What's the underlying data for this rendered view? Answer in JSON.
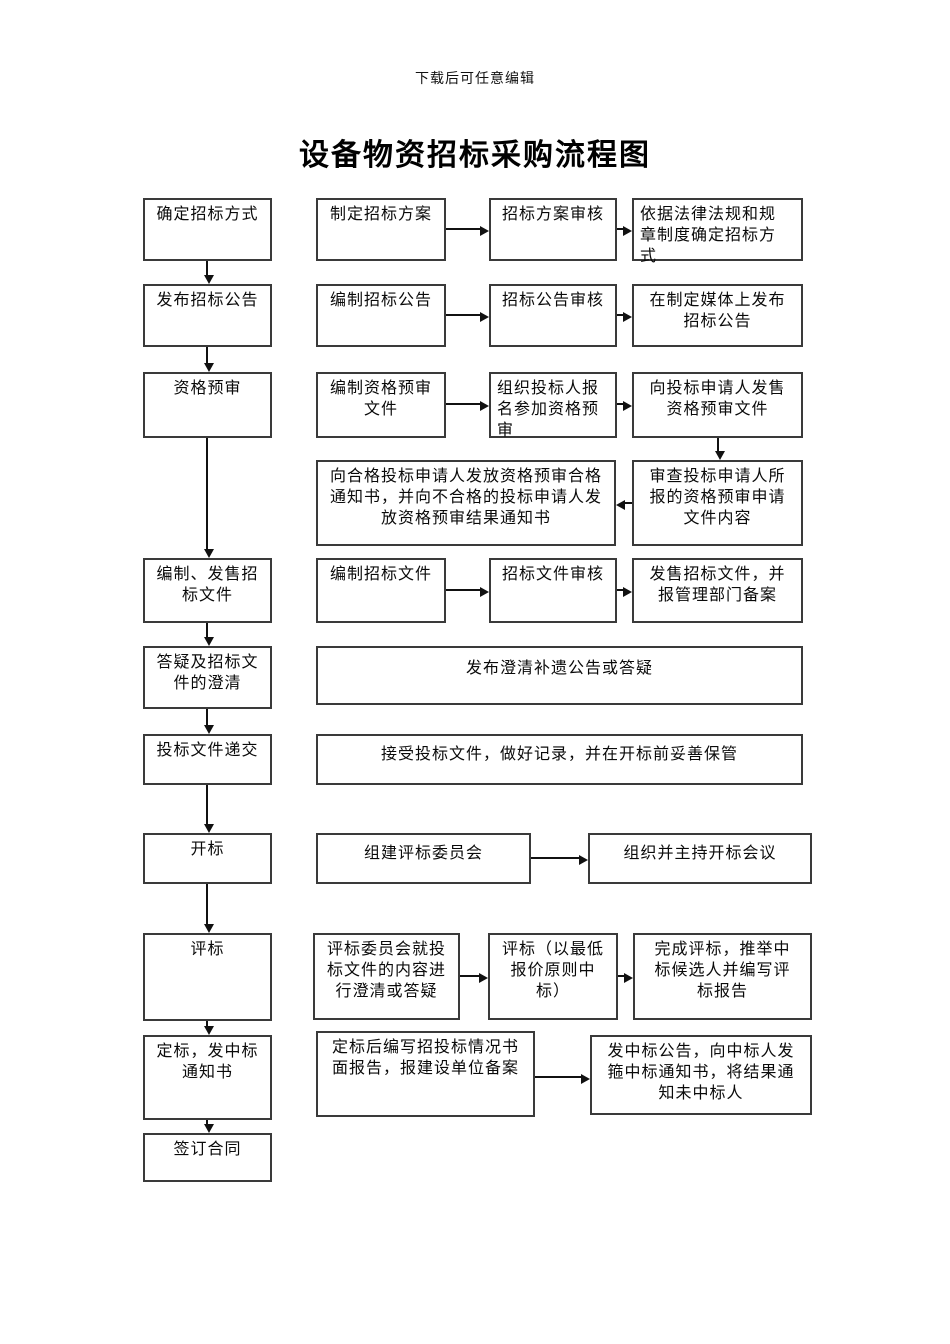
{
  "page": {
    "edit_note": "下载后可任意编辑",
    "title": "设备物资招标采购流程图"
  },
  "flowchart": {
    "nodes": {
      "determine_bid_method": "确定招标方式",
      "make_bid_plan": "制定招标方案",
      "bid_plan_review": "招标方案审核",
      "per_laws": "依据法律法规和规\n章制度确定招标方\n式",
      "publish_announcement": "发布招标公告",
      "draft_announcement": "编制招标公告",
      "announcement_review": "招标公告审核",
      "publish_on_media": "在制定媒体上发布\n招标公告",
      "prequalification": "资格预审",
      "draft_prequal_docs": "编制资格预审\n文件",
      "organize_signup": "组织投标人报\n名参加资格预\n审",
      "sell_prequal_docs": "向投标申请人发售\n资格预审文件",
      "notify_prequal_results": "向合格投标申请人发放资格预审合格\n通知书，并向不合格的投标申请人发\n放资格预审结果通知书",
      "review_prequal_files": "审查投标申请人所\n报的资格预审申请\n文件内容",
      "prepare_sell_bid_docs": "编制、发售招\n标文件",
      "draft_bid_docs": "编制招标文件",
      "bid_docs_review": "招标文件审核",
      "sell_bid_docs_filing": "发售招标文件，并\n报管理部门备案",
      "qa_clarification": "答疑及招标文\n件的澄清",
      "publish_clarification": "发布澄清补遗公告或答疑",
      "bid_submission": "投标文件递交",
      "accept_bids": "接受投标文件，做好记录，并在开标前妥善保管",
      "bid_opening": "开标",
      "form_committee": "组建评标委员会",
      "host_opening_meeting": "组织并主持开标会议",
      "bid_evaluation": "评标",
      "committee_clarify": "评标委员会就投\n标文件的内容进\n行澄清或答疑",
      "evaluate_lowest_price": "评标（以最低\n报价原则中\n标）",
      "complete_evaluation": "完成评标，推举中\n标候选人并编写评\n标报告",
      "award_notice": "定标，发中标\n通知书",
      "written_report": "定标后编写招投标情况书\n面报告，报建设单位备案",
      "announce_winner": "发中标公告，向中标人发\n箍中标通知书，将结果通\n知未中标人",
      "sign_contract": "签订合同"
    }
  }
}
